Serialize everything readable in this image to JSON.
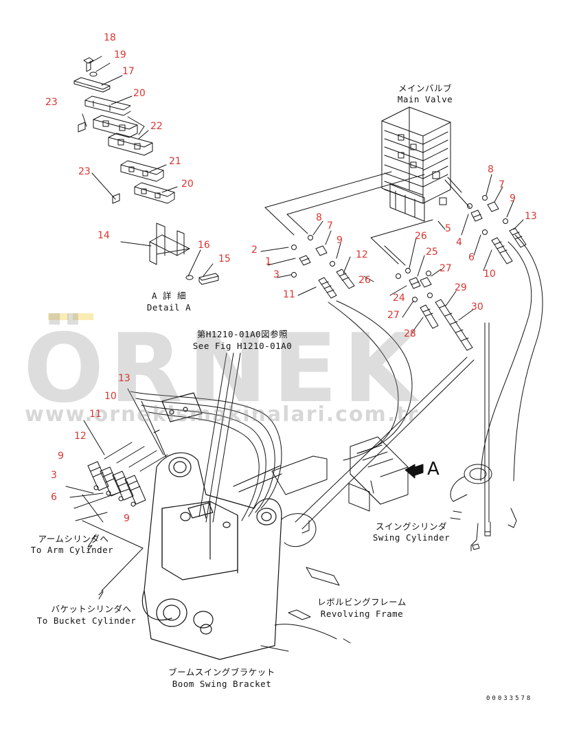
{
  "figure_code": "00033578",
  "watermark": {
    "word": "ÖRNEK",
    "url": "www.ornekismakinalari.com.tr"
  },
  "labels": {
    "main_valve_jp": "メインバルブ",
    "main_valve_en": "Main Valve",
    "detail_a_jp": "A 詳 細",
    "detail_a_en": "Detail A",
    "see_fig_jp": "第H1210-01A0図参照",
    "see_fig_en": "See Fig H1210-01A0",
    "arm_cyl_jp": "アームシリンダへ",
    "arm_cyl_en": "To Arm Cylinder",
    "bucket_cyl_jp": "バケットシリンダへ",
    "bucket_cyl_en": "To Bucket Cylinder",
    "swing_cyl_jp": "スイングシリンダ",
    "swing_cyl_en": "Swing Cylinder",
    "rev_frame_jp": "レボルビングフレーム",
    "rev_frame_en": "Revolving Frame",
    "boom_bracket_jp": "ブームスイングブラケット",
    "boom_bracket_en": "Boom Swing Bracket",
    "view_a": "A"
  },
  "callouts": [
    "18",
    "19",
    "17",
    "20",
    "23",
    "22",
    "21",
    "23",
    "20",
    "14",
    "16",
    "15",
    "8",
    "7",
    "9",
    "13",
    "2",
    "1",
    "3",
    "11",
    "12",
    "26",
    "8",
    "7",
    "9",
    "5",
    "4",
    "6",
    "10",
    "26",
    "25",
    "27",
    "24",
    "27",
    "29",
    "30",
    "28",
    "13",
    "10",
    "11",
    "12",
    "9",
    "3",
    "6",
    "9"
  ],
  "colors": {
    "callout": "#d8342f",
    "line": "#111111",
    "watermark": "#969696"
  }
}
